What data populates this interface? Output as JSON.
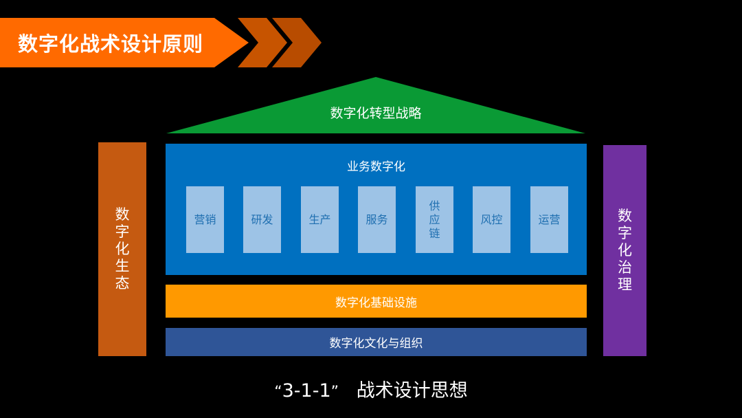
{
  "header": {
    "title": "数字化战术设计原则"
  },
  "roof": {
    "label": "数字化转型战略",
    "color": "#0a9a35"
  },
  "left_column": {
    "label": "数字化生态",
    "color": "#c55a11"
  },
  "right_column": {
    "label": "数字化治理",
    "color": "#7030a0"
  },
  "business": {
    "title": "业务数字化",
    "pillars": [
      "营销",
      "研发",
      "生产",
      "服务",
      "供应链",
      "风控",
      "运营"
    ]
  },
  "infrastructure": {
    "label": "数字化基础设施",
    "color": "#ff9900"
  },
  "culture": {
    "label": "数字化文化与组织",
    "color": "#2f5597"
  },
  "caption": {
    "open_quote": "“",
    "code": "3-1-1",
    "close_quote": "”",
    "text": "战术设计思想"
  }
}
